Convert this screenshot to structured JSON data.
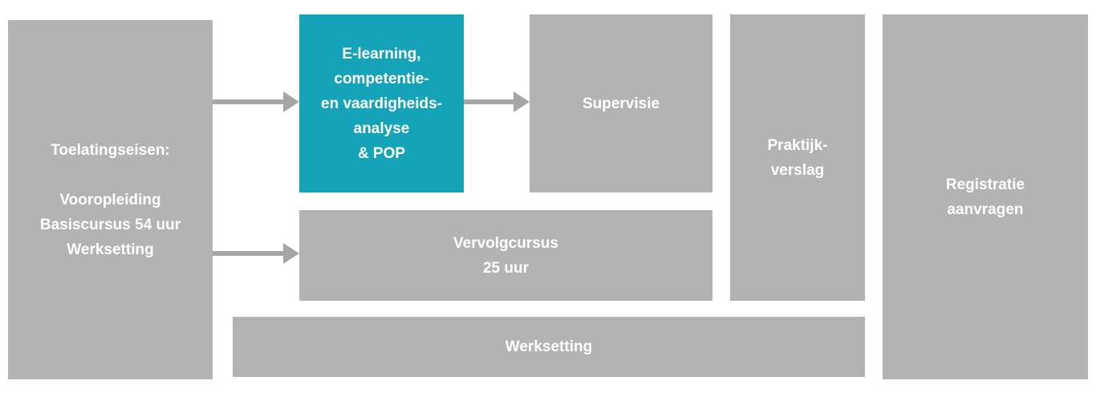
{
  "diagram": {
    "title": "Registratie flow diagram",
    "colors": {
      "background": "#ffffff",
      "box_gray": "#b3b3b3",
      "box_highlight_teal": "#14a3b9",
      "arrow_gray": "#a6a6a6",
      "text_white": "#ffffff"
    },
    "boxes": {
      "toelatingseisen": {
        "label": "Toelatingseisen:\n\nVooropleiding\nBasiscursus 54 uur\nWerksetting"
      },
      "elearning": {
        "label": "E-learning,\ncompetentie-\nen vaardigheids-\nanalyse\n& POP"
      },
      "supervisie": {
        "label": "Supervisie"
      },
      "praktijkverslag": {
        "label": "Praktijk-\nverslag"
      },
      "registratie": {
        "label": "Registratie\naanvragen"
      },
      "vervolgcursus": {
        "label": "Vervolgcursus\n25 uur"
      },
      "werksetting": {
        "label": "Werksetting"
      }
    },
    "arrows": [
      {
        "from": "toelatingseisen",
        "to": "elearning"
      },
      {
        "from": "elearning",
        "to": "supervisie"
      },
      {
        "from": "toelatingseisen",
        "to": "vervolgcursus"
      }
    ]
  }
}
